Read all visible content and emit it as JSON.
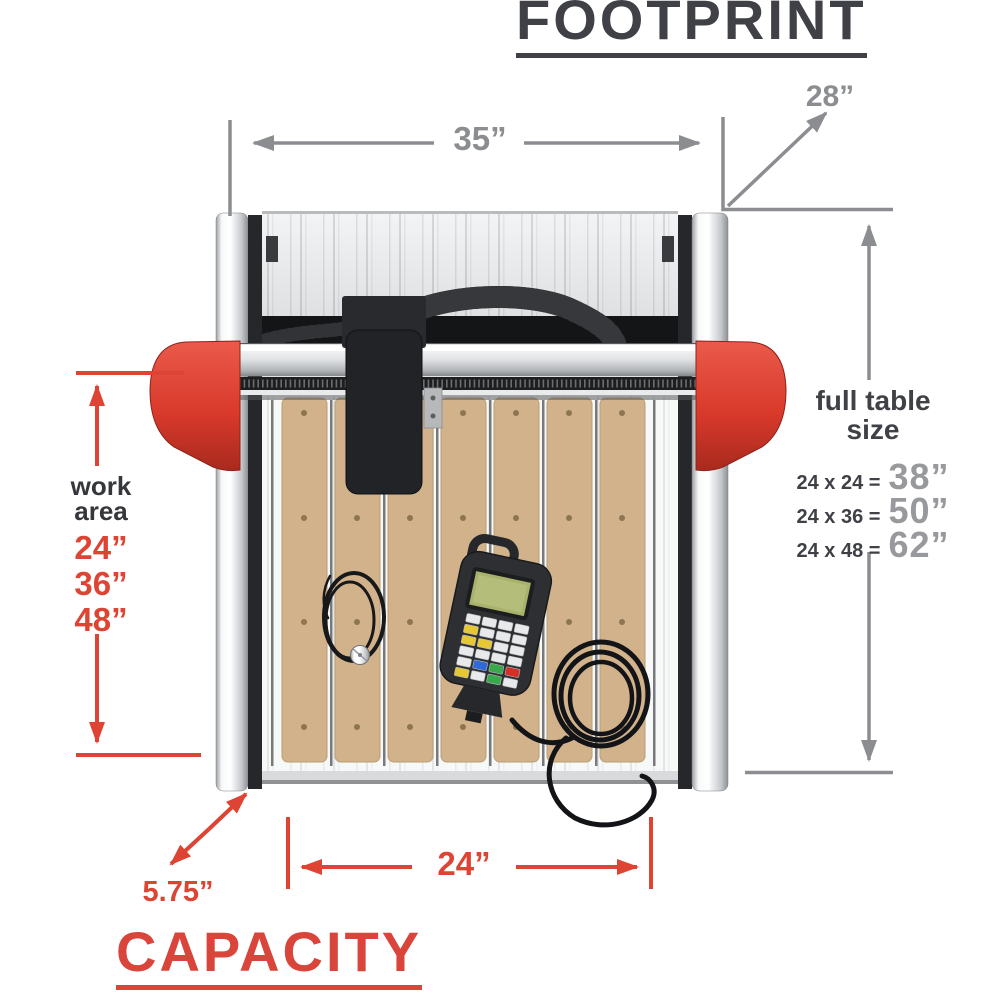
{
  "titles": {
    "footprint": "FOOTPRINT",
    "capacity": "CAPACITY"
  },
  "colors": {
    "accent_red": "#de4433",
    "dim_gray": "#8b8d90",
    "text_dark": "#3f4146",
    "result_gray": "#97999c"
  },
  "dimensions": {
    "table_width": {
      "value": "35”"
    },
    "table_depth": {
      "value": "28”"
    },
    "work_area": {
      "label": [
        "work",
        "area"
      ],
      "values": [
        "24”",
        "36”",
        "48”"
      ]
    },
    "full_table_size": {
      "label": [
        "full table",
        "size"
      ],
      "rows": [
        {
          "formula": "24 x 24 =",
          "result": "38”"
        },
        {
          "formula": "24 x 36 =",
          "result": "50”"
        },
        {
          "formula": "24 x 48 =",
          "result": "62”"
        }
      ]
    },
    "rail_offset": {
      "value": "5.75”"
    },
    "work_width": {
      "value": "24”"
    }
  },
  "machine": {
    "parts": [
      "table-deck",
      "gantry-beam",
      "lead-screw",
      "red-endcap",
      "z-carriage",
      "dust-hose",
      "spoilboard-strips",
      "touch-probe-puck",
      "pendant-controller"
    ]
  }
}
